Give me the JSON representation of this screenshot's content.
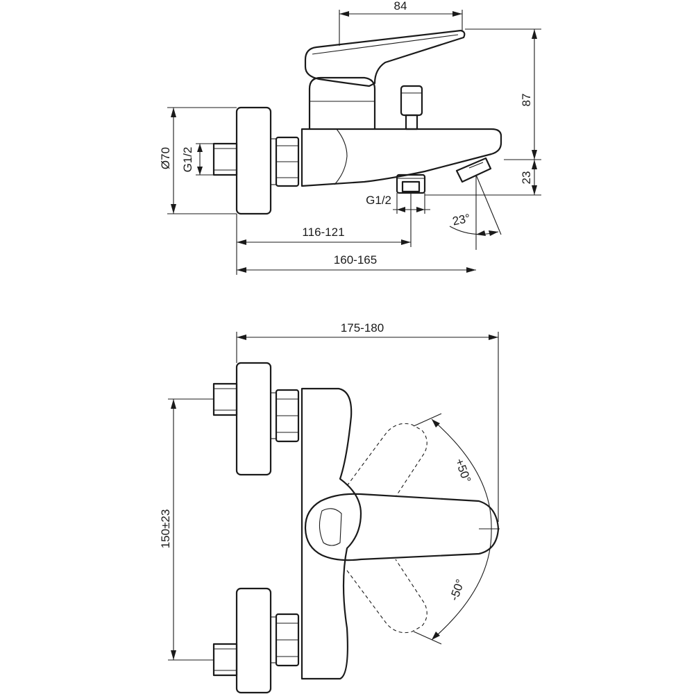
{
  "labels": {
    "lever_length": "84",
    "total_height": "87",
    "spout_drop": "23",
    "rosette_diameter": "Ø70",
    "inlet_thread": "G1/2",
    "outlet_thread": "G1/2",
    "spout_angle": "23°",
    "outlet_distance": "116-121",
    "spout_projection": "160-165",
    "overall_projection": "175-180",
    "inlet_centres": "150±23",
    "lever_rotation_up": "+50°",
    "lever_rotation_down": "-50°"
  }
}
